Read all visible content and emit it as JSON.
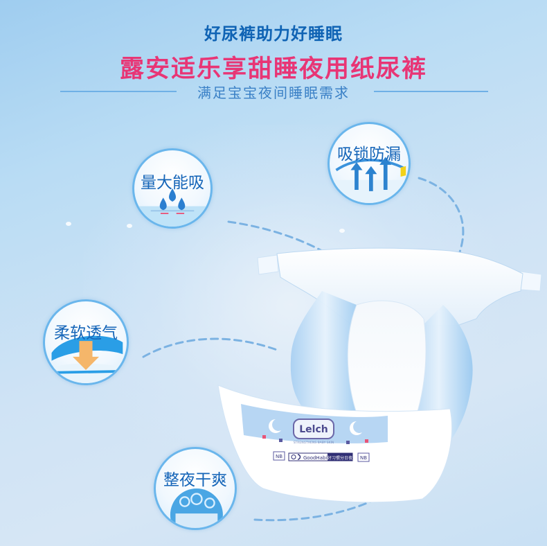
{
  "header": {
    "tagline": "好尿裤助力好睡眠",
    "title": "露安适乐享甜睡夜用纸尿裤",
    "subtitle": "满足宝宝夜间睡眠需求"
  },
  "features": [
    {
      "label": "量大能吸",
      "icon": "water-drops-icon"
    },
    {
      "label": "吸锁防漏",
      "icon": "upward-arrows-icon"
    },
    {
      "label": "柔软透气",
      "icon": "down-arrow-airflow-icon"
    },
    {
      "label": "整夜干爽",
      "icon": "dry-bubbles-icon"
    }
  ],
  "product": {
    "brand": "Lelch",
    "brand_slogan": "STRENGTHENS BABY SKIN",
    "size_left": "NB",
    "size_right": "NB",
    "habit_label": "GoodHabit",
    "habit_cn": "好习惯分日夜"
  },
  "colors": {
    "tagline": "#0f63b4",
    "title": "#e83575",
    "subtitle": "#3a80c6",
    "divider": "#6fb0e6",
    "circle_border": "#6ab6ec",
    "dashed_path": "#7bb2e2"
  }
}
